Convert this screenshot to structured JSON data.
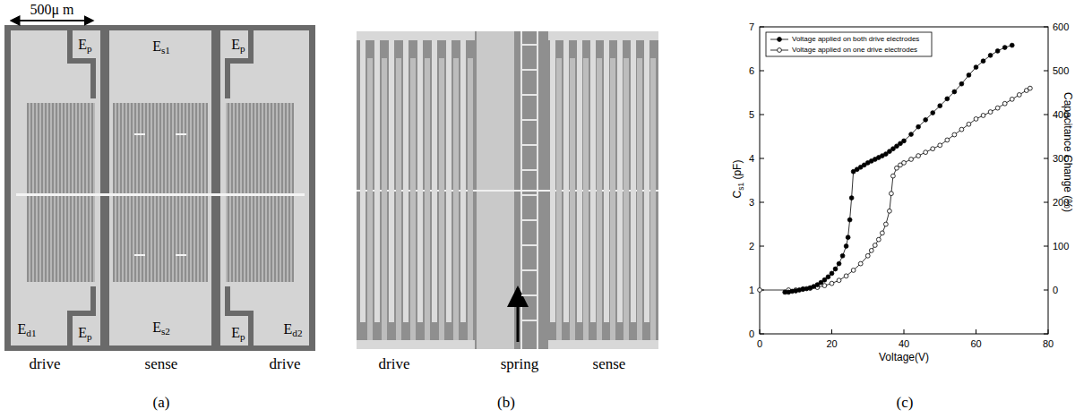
{
  "diagram": {
    "labels": [
      "500μ m",
      "Ep",
      "Es1",
      "Ep",
      "Ed1",
      "Ep",
      "Es2",
      "Ep",
      "Ed2",
      "drive",
      "sense",
      "drive",
      "(a)",
      "drive",
      "spring",
      "sense",
      "(b)",
      "(c)",
      "0",
      "1",
      "2",
      "3",
      "4",
      "5",
      "6",
      "7",
      "0",
      "20",
      "40",
      "60",
      "80",
      "0",
      "100",
      "200",
      "300",
      "400",
      "500",
      "600",
      "Cs1 (pF)",
      "Voltage(V)",
      "Capacitance Change (%)"
    ],
    "legend": [
      {
        "text": "Voltage applied on both drive electrodes"
      },
      {
        "text": "Voltage applied on one drive electrodes"
      }
    ]
  }
}
